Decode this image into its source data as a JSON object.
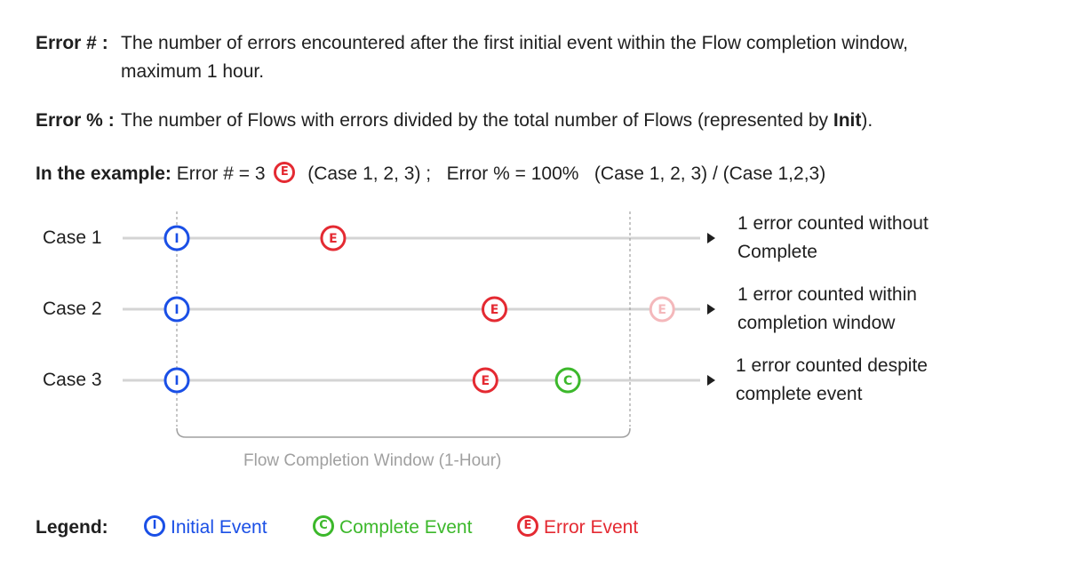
{
  "definitions": {
    "error_count": {
      "label": "Error # :",
      "line1": "The number of errors encountered after the first initial event within the Flow completion window,",
      "line2": "maximum 1 hour."
    },
    "error_pct": {
      "label": "Error % :",
      "text_before": "The number of Flows with errors divided by the total number of Flows (represented by ",
      "text_bold": "Init",
      "text_after": ")."
    }
  },
  "example": {
    "label": "In the example:",
    "part1": "Error # = 3",
    "icon_letter": "E",
    "part2": "(Case 1, 2, 3) ;   Error % = 100%   (Case 1, 2, 3) / (Case 1,2,3)"
  },
  "colors": {
    "initial": "#1a4fe6",
    "complete": "#3cb82b",
    "error": "#e42a32",
    "error_faded": "#f4b8bb",
    "track": "#d4d4d4",
    "window": "#a0a0a0",
    "text": "#1f1f1f"
  },
  "icons": {
    "initial": "I",
    "complete": "C",
    "error": "E"
  },
  "cases": [
    {
      "label": "Case 1",
      "events": [
        {
          "type": "initial",
          "offset": 0
        },
        {
          "type": "error",
          "offset": 0.345
        }
      ],
      "result": "1 error counted without Complete"
    },
    {
      "label": "Case 2",
      "events": [
        {
          "type": "initial",
          "offset": 0
        },
        {
          "type": "error",
          "offset": 0.701
        },
        {
          "type": "error",
          "offset": 1.071,
          "faded": true
        }
      ],
      "result": "1 error counted within completion window"
    },
    {
      "label": "Case 3",
      "events": [
        {
          "type": "initial",
          "offset": 0
        },
        {
          "type": "error",
          "offset": 0.681
        },
        {
          "type": "complete",
          "offset": 0.863
        }
      ],
      "result": "1 error counted despite complete event"
    }
  ],
  "window_label": "Flow Completion Window (1-Hour)",
  "legend": {
    "label": "Legend:",
    "items": [
      {
        "type": "initial",
        "label": "Initial Event"
      },
      {
        "type": "complete",
        "label": "Complete Event"
      },
      {
        "type": "error",
        "label": "Error Event"
      }
    ]
  }
}
